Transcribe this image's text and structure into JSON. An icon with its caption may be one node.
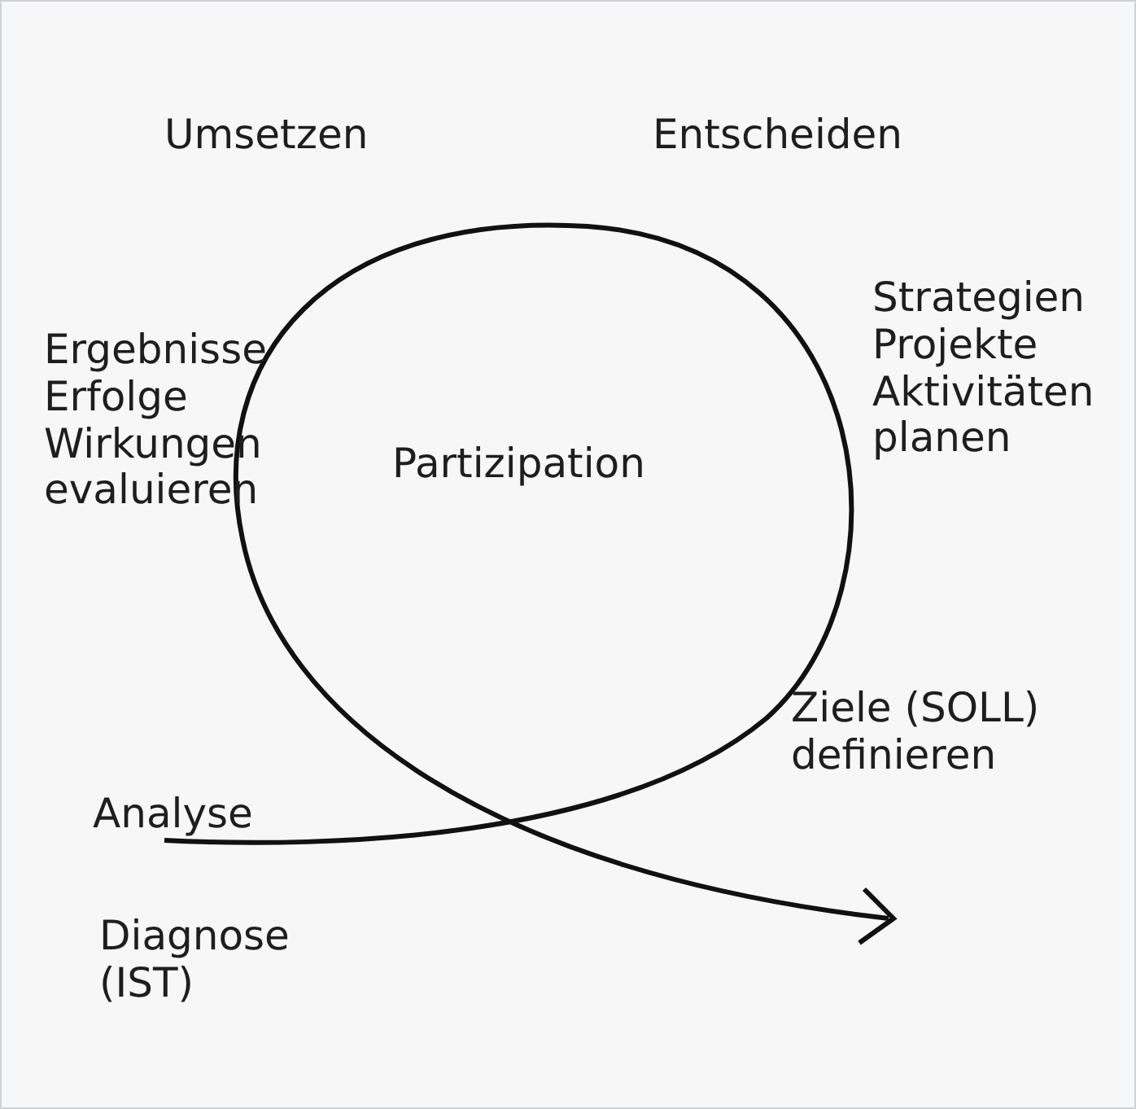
{
  "diagram": {
    "labels": [
      "Umsetzen",
      "Entscheiden",
      "Strategien Projekte Aktivitäten planen",
      "Ergebnisse Erfolge Wirkungen evaluieren",
      "Partizipation",
      "Ziele (SOLL) definieren",
      "Analyse",
      "Diagnose (IST)"
    ]
  }
}
